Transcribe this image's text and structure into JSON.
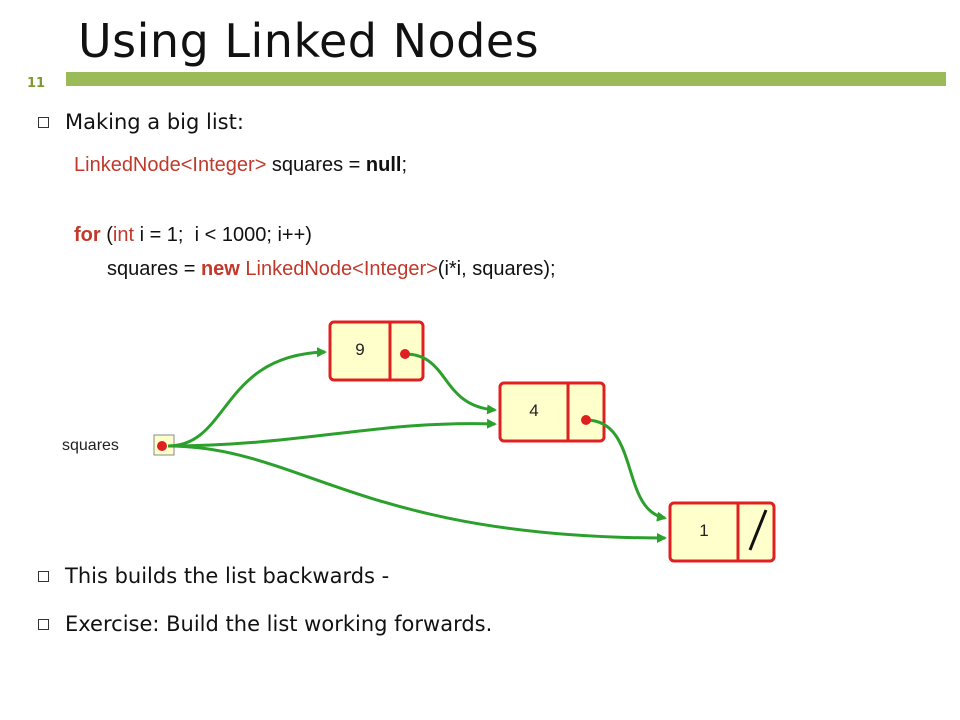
{
  "slide": {
    "title": "Using Linked Nodes",
    "number": "11"
  },
  "bullets": [
    {
      "text": "Making a big list:"
    },
    {
      "text": "This builds the list backwards -"
    },
    {
      "text": "Exercise: Build the list working forwards."
    }
  ],
  "code": {
    "line1": {
      "type": "LinkedNode",
      "generic": "<Integer>",
      "rest": " squares = ",
      "null_kw": "null",
      "end": ";"
    },
    "line2": {
      "for_kw": "for",
      "open": " (",
      "int_kw": "int",
      "rest": " i = 1;  i < 1000; i++)"
    },
    "line3": {
      "start": "squares = ",
      "new_kw": "new",
      "space": " ",
      "type": "LinkedNode",
      "generic": "<Integer>",
      "rest": "(i*i, squares);"
    }
  },
  "diagram": {
    "variable_label": "squares",
    "nodes": [
      {
        "value": "9"
      },
      {
        "value": "4"
      },
      {
        "value": "1"
      }
    ],
    "colors": {
      "node_fill": "#ffffcc",
      "node_border": "#e02020",
      "arrow": "#2ca02c",
      "dot": "#e02020"
    }
  }
}
